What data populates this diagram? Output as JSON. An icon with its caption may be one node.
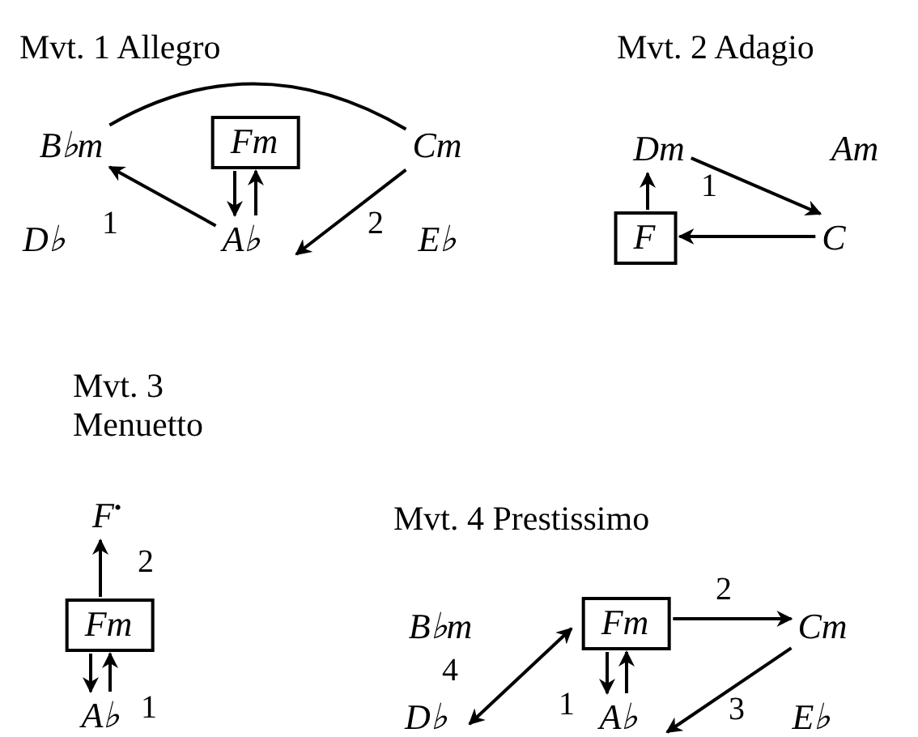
{
  "diagram": {
    "nodes": [
      {
        "text": [
          "B♭m"
        ]
      },
      {
        "text": [
          "Fm"
        ]
      },
      {
        "text": [
          "Cm"
        ]
      },
      {
        "text": [
          "D♭"
        ]
      },
      {
        "text": [
          "A♭"
        ]
      },
      {
        "text": [
          "E♭"
        ]
      },
      {
        "text": [
          "Dm"
        ]
      },
      {
        "text": [
          "Am"
        ]
      },
      {
        "text": [
          "F"
        ]
      },
      {
        "text": [
          "C"
        ]
      },
      {
        "text": [
          "F$^{•}$"
        ]
      },
      {
        "text": [
          "Fm"
        ]
      },
      {
        "text": [
          "A♭"
        ]
      },
      {
        "text": [
          "B♭m"
        ]
      },
      {
        "text": [
          "Fm"
        ]
      },
      {
        "text": [
          "Cm"
        ]
      },
      {
        "text": [
          "D♭"
        ]
      },
      {
        "text": [
          "A♭"
        ]
      },
      {
        "text": [
          "E♭"
        ]
      }
    ],
    "edges": [
      {
        "from": 0,
        "to": 2,
        "arrow": "none"
      },
      {
        "from": 4,
        "to": 0,
        "arrow": "to",
        "label": "1"
      },
      {
        "from": 1,
        "to": 4,
        "arrow": "to"
      },
      {
        "from": 4,
        "to": 1,
        "arrow": "to"
      },
      {
        "from": 2,
        "to": 4,
        "arrow": "to",
        "label": "2"
      },
      {
        "from": 6,
        "to": 9,
        "arrow": "to",
        "label": "1"
      },
      {
        "from": 8,
        "to": 6,
        "arrow": "to"
      },
      {
        "from": 9,
        "to": 8,
        "arrow": "to"
      },
      {
        "from": 11,
        "to": 10,
        "arrow": "to",
        "label": "2"
      },
      {
        "from": 11,
        "to": 12,
        "arrow": "to"
      },
      {
        "from": 12,
        "to": 11,
        "arrow": "to",
        "label": "1"
      },
      {
        "from": 14,
        "to": 15,
        "arrow": "to",
        "label": "2"
      },
      {
        "from": 15,
        "to": 17,
        "arrow": "to",
        "label": "3"
      },
      {
        "from": 16,
        "to": 14,
        "arrow": "both",
        "label": "4"
      },
      {
        "from": 14,
        "to": 17,
        "arrow": "to",
        "label": "1"
      },
      {
        "from": 17,
        "to": 14,
        "arrow": "to"
      }
    ],
    "labels": [
      "Mvt. 1 Allegro",
      "Mvt. 2 Adagio",
      "Mvt. 3 Menuetto",
      "Mvt. 4 Prestissimo"
    ]
  }
}
